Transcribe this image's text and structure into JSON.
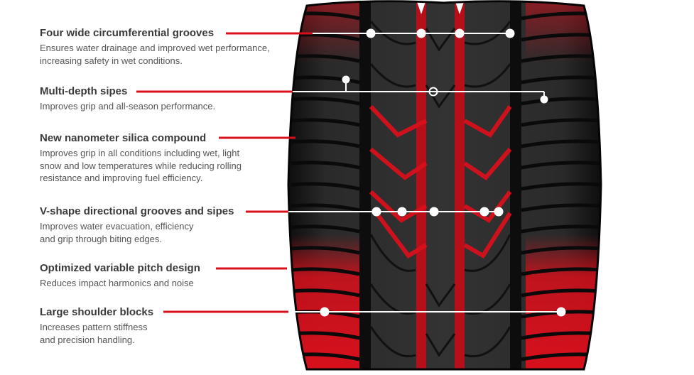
{
  "colors": {
    "accent": "#d8101c",
    "text_heading": "#3a3a3a",
    "text_body": "#555555",
    "tire_dark": "#1c1c1c"
  },
  "features": [
    {
      "title": "Four wide circumferential grooves",
      "lines": [
        "Ensures water drainage and improved wet performance,",
        "increasing safety in wet conditions."
      ]
    },
    {
      "title": "Multi-depth sipes",
      "lines": [
        "Improves grip and all-season performance."
      ]
    },
    {
      "title": "New nanometer silica compound",
      "lines": [
        "Improves grip in all conditions including wet, light",
        "snow and low temperatures while reducing rolling",
        "resistance and improving fuel efficiency."
      ]
    },
    {
      "title": "V-shape directional grooves and sipes",
      "lines": [
        "Improves water evacuation, efficiency",
        "and grip through biting edges."
      ]
    },
    {
      "title": "Optimized variable pitch design",
      "lines": [
        "Reduces impact harmonics and noise"
      ]
    },
    {
      "title": "Large shoulder blocks",
      "lines": [
        "Increases pattern stiffness",
        "and precision handling."
      ]
    }
  ]
}
